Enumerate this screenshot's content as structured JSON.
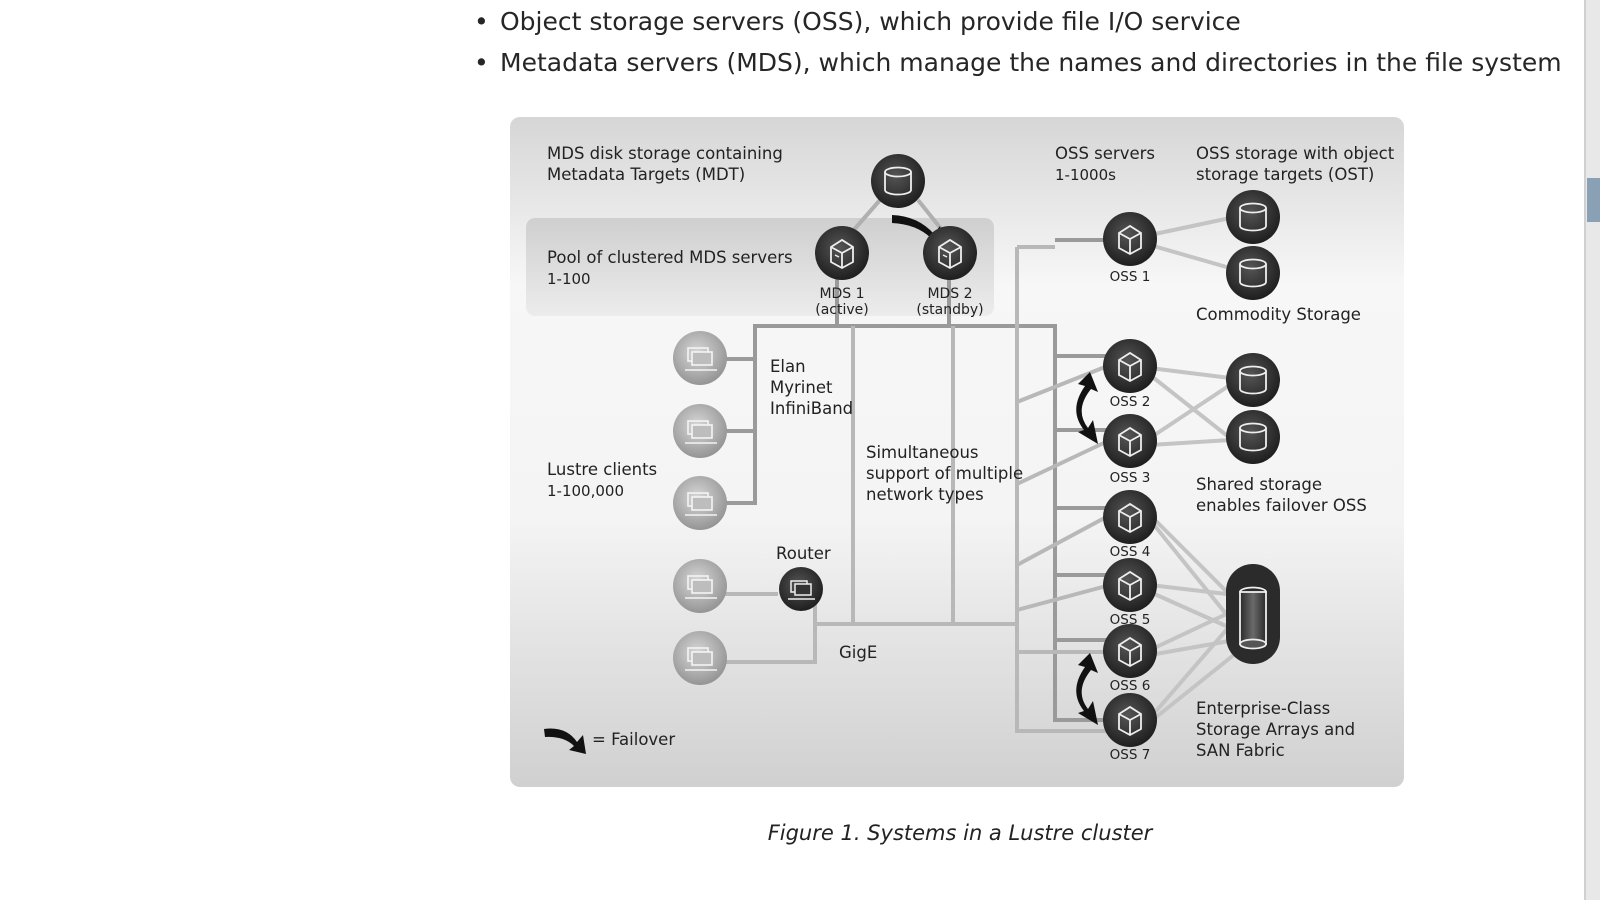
{
  "bullets": [
    "Object storage servers (OSS), which provide file I/O service",
    "Metadata servers (MDS), which manage the names and directories in the file system"
  ],
  "diagram": {
    "mds_storage": [
      "MDS disk storage containing",
      "Metadata Targets (MDT)"
    ],
    "pool": [
      "Pool of clustered MDS servers",
      "1-100"
    ],
    "mds1": [
      "MDS 1",
      "(active)"
    ],
    "mds2": [
      "MDS 2",
      "(standby)"
    ],
    "oss_servers": [
      "OSS servers",
      "1-1000s"
    ],
    "oss_storage": [
      "OSS storage with object",
      "storage targets (OST)"
    ],
    "oss_labels": [
      "OSS 1",
      "OSS 2",
      "OSS 3",
      "OSS 4",
      "OSS 5",
      "OSS 6",
      "OSS 7"
    ],
    "commodity": "Commodity Storage",
    "shared": [
      "Shared storage",
      "enables failover OSS"
    ],
    "enterprise": [
      "Enterprise-Class",
      "Storage Arrays and",
      "SAN Fabric"
    ],
    "networks": [
      "Elan",
      "Myrinet",
      "InfiniBand"
    ],
    "simultaneous": [
      "Simultaneous",
      "support of multiple",
      "network types"
    ],
    "clients": [
      "Lustre clients",
      "1-100,000"
    ],
    "router": "Router",
    "gige": "GigE",
    "legend": "= Failover"
  },
  "caption": "Figure 1. Systems in a Lustre cluster"
}
